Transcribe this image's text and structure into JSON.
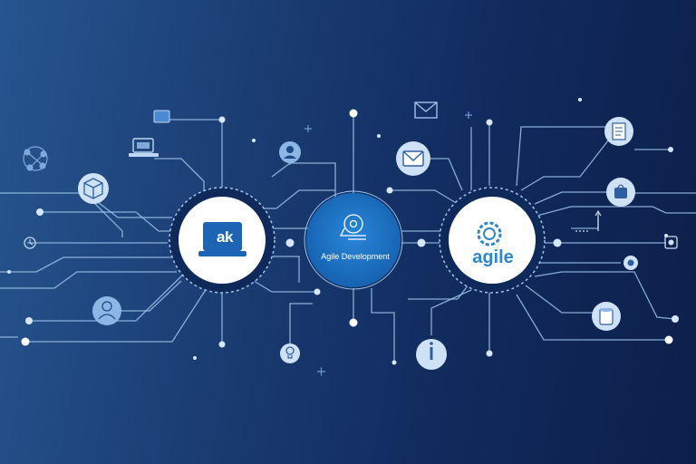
{
  "hubs": {
    "left": {
      "icon_text": "ak",
      "icon": "laptop-icon"
    },
    "center": {
      "label": "Agile Development",
      "icon": "headset-icon"
    },
    "right": {
      "label": "agile",
      "icon": "gear-icon"
    }
  },
  "icons": [
    "network-icon",
    "laptop-icon",
    "folder-icon",
    "user-icon",
    "email-icon",
    "cube-icon",
    "mail-icon",
    "document-icon",
    "bag-icon",
    "person-icon",
    "lightbulb-icon",
    "info-icon",
    "cylinder-icon",
    "camera-icon",
    "globe-icon",
    "chart-icon",
    "clock-icon"
  ],
  "colors": {
    "background_dark": "#0c1f4a",
    "background_light": "#27558f",
    "line": "#9fc3ea",
    "hub_fill": "#ffffff",
    "center_hub": "#1b6cc0",
    "accent": "#2f86c9"
  }
}
